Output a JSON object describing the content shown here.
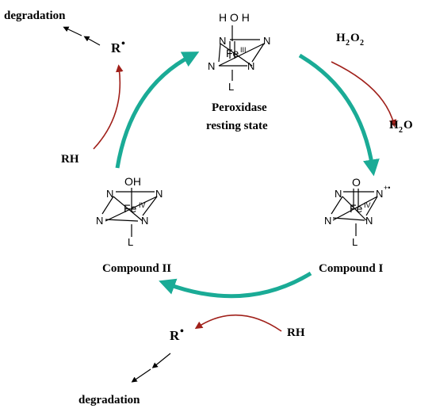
{
  "colors": {
    "cycle_arrow": "#1aab96",
    "reaction_arrow": "#a0201a",
    "text": "#000000"
  },
  "states": {
    "resting": {
      "label_line1": "Peroxidase",
      "label_line2": "resting state",
      "ligand": "H O H",
      "metal": "Fe",
      "oxidation": "III",
      "axial": "L",
      "n": "N"
    },
    "compound_i": {
      "label": "Compound I",
      "ligand": "O",
      "metal": "Fe",
      "oxidation": "IV",
      "radical": "+•",
      "axial": "L",
      "n": "N"
    },
    "compound_ii": {
      "label": "Compound II",
      "ligand": "OH",
      "metal": "Fe",
      "oxidation": "IV",
      "axial": "L",
      "n": "N"
    }
  },
  "reagents": {
    "h2o2": {
      "main": "H",
      "sub1": "2",
      "mid": "O",
      "sub2": "2"
    },
    "h2o": {
      "main": "H",
      "sub1": "2",
      "mid": "O"
    },
    "rh_top": "RH",
    "rh_bottom": "RH",
    "radical_top": {
      "r": "R",
      "dot": "•"
    },
    "radical_bottom": {
      "r": "R",
      "dot": "•"
    },
    "degradation_top": "degradation",
    "degradation_bottom": "degradation"
  }
}
